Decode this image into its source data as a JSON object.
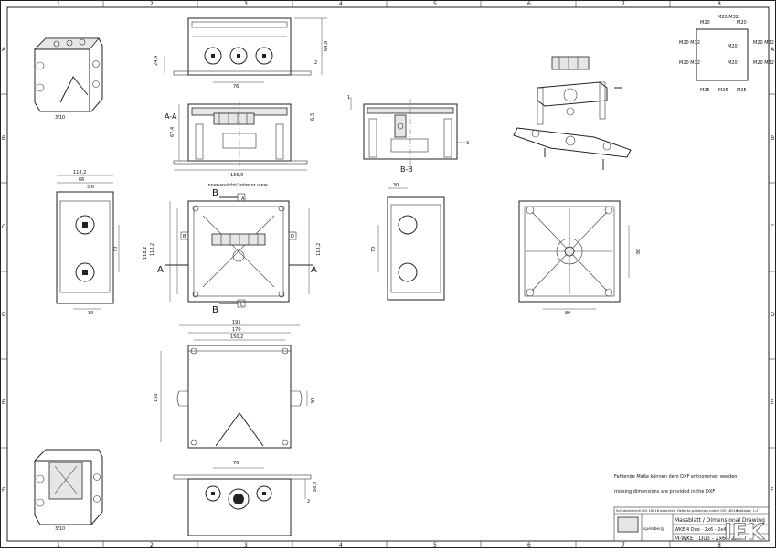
{
  "frame": {
    "columns": [
      "1",
      "2",
      "3",
      "4",
      "5",
      "6",
      "7",
      "8"
    ],
    "rows": [
      "A",
      "B",
      "C",
      "D",
      "E",
      "F"
    ]
  },
  "views": {
    "iso_top_scale": "3/10",
    "iso_bottom_scale": "3/10",
    "section_aa": "A-A",
    "section_bb": "B-B",
    "interior_label": "Innenansicht/ interior view",
    "marker_b": "B",
    "marker_a": "A",
    "box_a": "A",
    "box_b": "B",
    "box_c": "C",
    "box_d": "D"
  },
  "dims": {
    "top_76": "76",
    "top_24": "24,4",
    "top_648": "64,8",
    "top_2": "2",
    "aa_674": "67,4",
    "aa_63": "6,3",
    "aa_1369": "136,9",
    "bb_3": "3",
    "bb_1": "1",
    "left_1182": "118,2",
    "left_66": "66",
    "left_36": "3,6",
    "left_70": "70",
    "left_30": "30",
    "int_1182": "118,2",
    "int_1182b": "118,2",
    "int_1182c": "118,2",
    "rs_30": "30",
    "rs_70": "70",
    "bot_80": "80",
    "bot_80b": "80",
    "lid_195": "195",
    "lid_170": "170",
    "lid_1502": "150,2",
    "lid_150": "150",
    "lid_30": "30",
    "side_76": "76",
    "side_26": "26,9",
    "side_2": "2"
  },
  "ports": {
    "top_left": "M20",
    "top_center": "M20 M32",
    "top_right": "M20",
    "mid_left_1": "M20 M32",
    "mid_left_2": "M20 M32",
    "center_1": "M20",
    "center_2": "M20",
    "right_1": "M20 M32",
    "right_2": "M20 M32",
    "bottom_left": "M25",
    "bottom_center": "M25",
    "bottom_right": "M25"
  },
  "notes": {
    "de": "Fehlende Maße können dem DXF entnommen werden",
    "en": "missing dimensions are provided in the DXF"
  },
  "titleblock": {
    "header": "Schutzvermerk ISO 16016 beachten. Refer to protection notice ISO 16016",
    "massstab": "Maßstab: 1:2",
    "doc_title": "Massblatt / Dimensional Drawing",
    "product": "WKE 4 Duo - 2x6 - 2x4",
    "part": "M-WKE - Duo - 2x6 - 2x4",
    "company": "spelsberg",
    "watermark": "IEK"
  }
}
